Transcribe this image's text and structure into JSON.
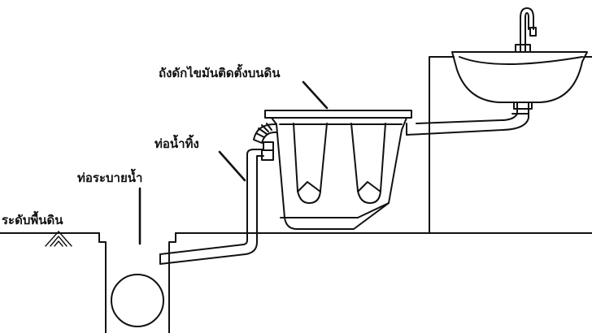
{
  "labels": {
    "grease_trap": "ถังดักไขมันติดตั้งบนดิน",
    "outlet_pipe": "ท่อน้ำทิ้ง",
    "drain_pipe": "ท่อระบายน้ำ",
    "ground_level": "ระดับพื้นดิน"
  },
  "colors": {
    "line": "#111111",
    "background": "#ffffff"
  }
}
